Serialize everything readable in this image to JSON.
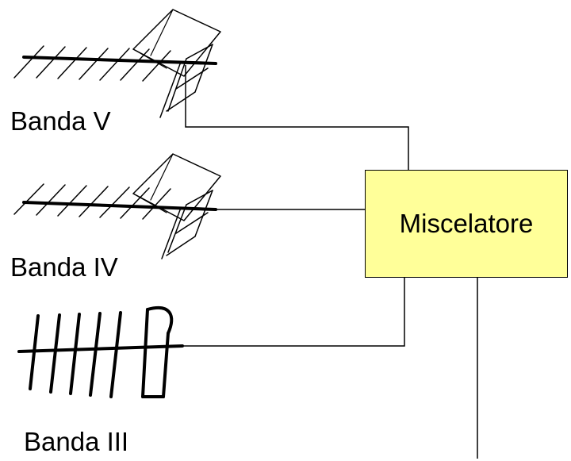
{
  "labels": {
    "band_v": "Banda V",
    "band_iv": "Banda IV",
    "band_iii": "Banda III"
  },
  "mixer": {
    "label": "Miscelatore",
    "fill_color": "#ffff99"
  },
  "line_color": "#000000"
}
